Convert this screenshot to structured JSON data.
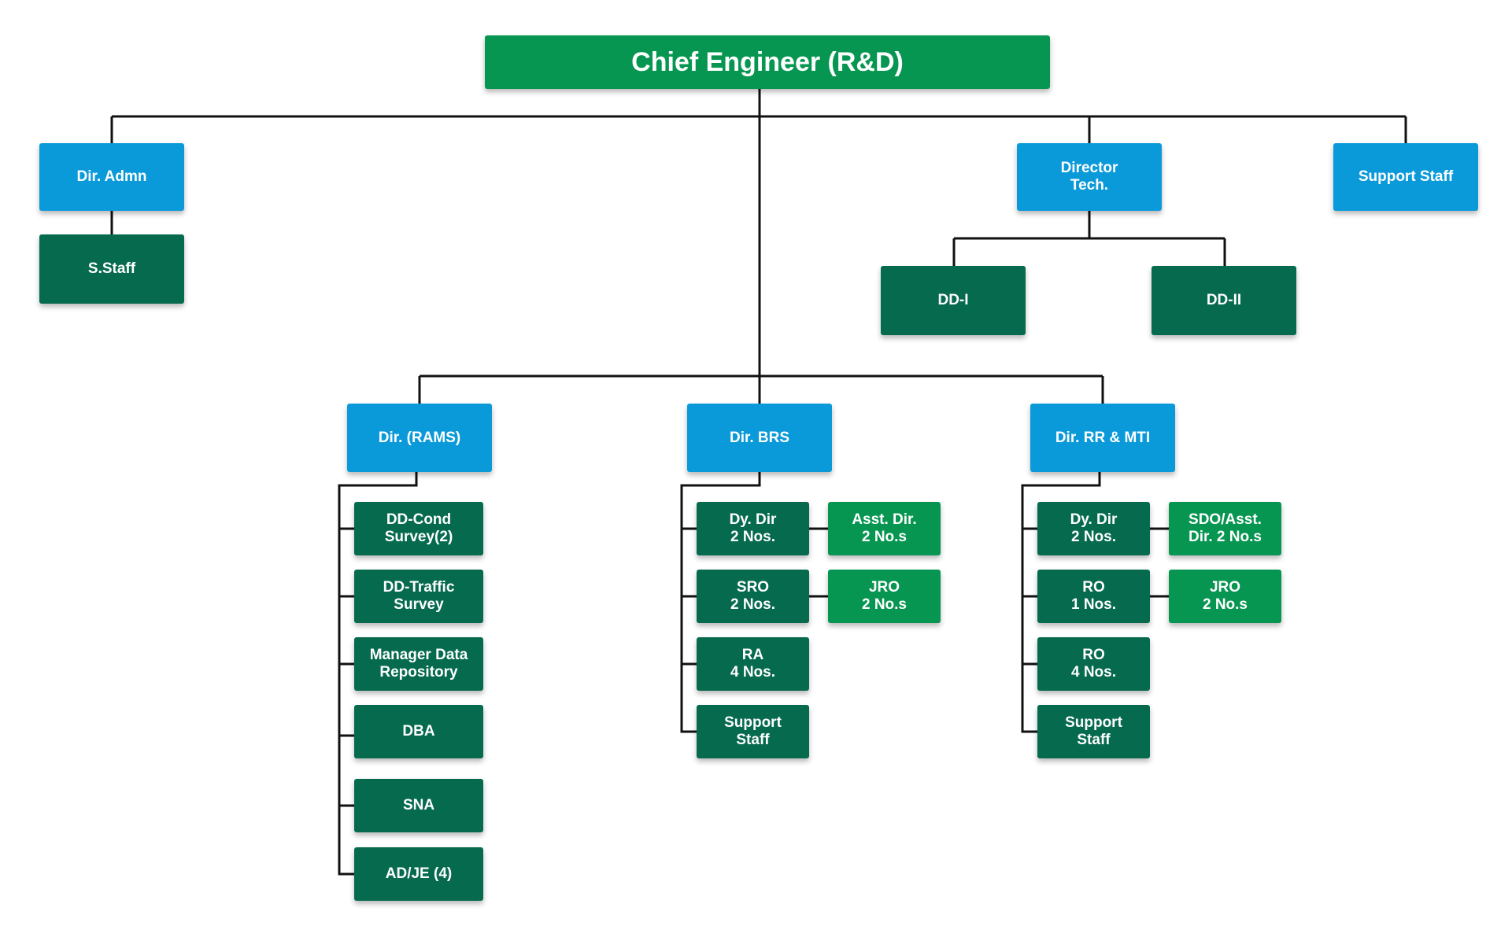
{
  "colors": {
    "top": "#079651",
    "director": "#0b9ad9",
    "staff": "#066a4e",
    "assistant": "#079651",
    "connector": "#111111"
  },
  "nodes": {
    "chief": "Chief Engineer (R&D)",
    "dir_admn": "Dir. Admn",
    "s_staff": "S.Staff",
    "director_tech": "Director\nTech.",
    "dd_i": "DD-I",
    "dd_ii": "DD-II",
    "support_staff_top": "Support Staff",
    "dir_rams": "Dir. (RAMS)",
    "dir_brs": "Dir. BRS",
    "dir_rr_mti": "Dir.  RR & MTI",
    "rams_dd_cond": "DD-Cond\nSurvey(2)",
    "rams_dd_traffic": "DD-Traffic\nSurvey",
    "rams_manager": "Manager Data\nRepository",
    "rams_dba": "DBA",
    "rams_sna": "SNA",
    "rams_adje": "AD/JE (4)",
    "brs_dy_dir": "Dy. Dir\n2 Nos.",
    "brs_asst_dir": "Asst. Dir.\n2 No.s",
    "brs_sro": "SRO\n2 Nos.",
    "brs_jro": "JRO\n2 No.s",
    "brs_ra": "RA\n4 Nos.",
    "brs_support": "Support\nStaff",
    "rr_dy_dir": "Dy. Dir\n2 Nos.",
    "rr_sdo": "SDO/Asst.\nDir. 2 No.s",
    "rr_ro1": "RO\n1 Nos.",
    "rr_jro": "JRO\n2 No.s",
    "rr_ro4": "RO\n4 Nos.",
    "rr_support": "Support\nStaff"
  }
}
